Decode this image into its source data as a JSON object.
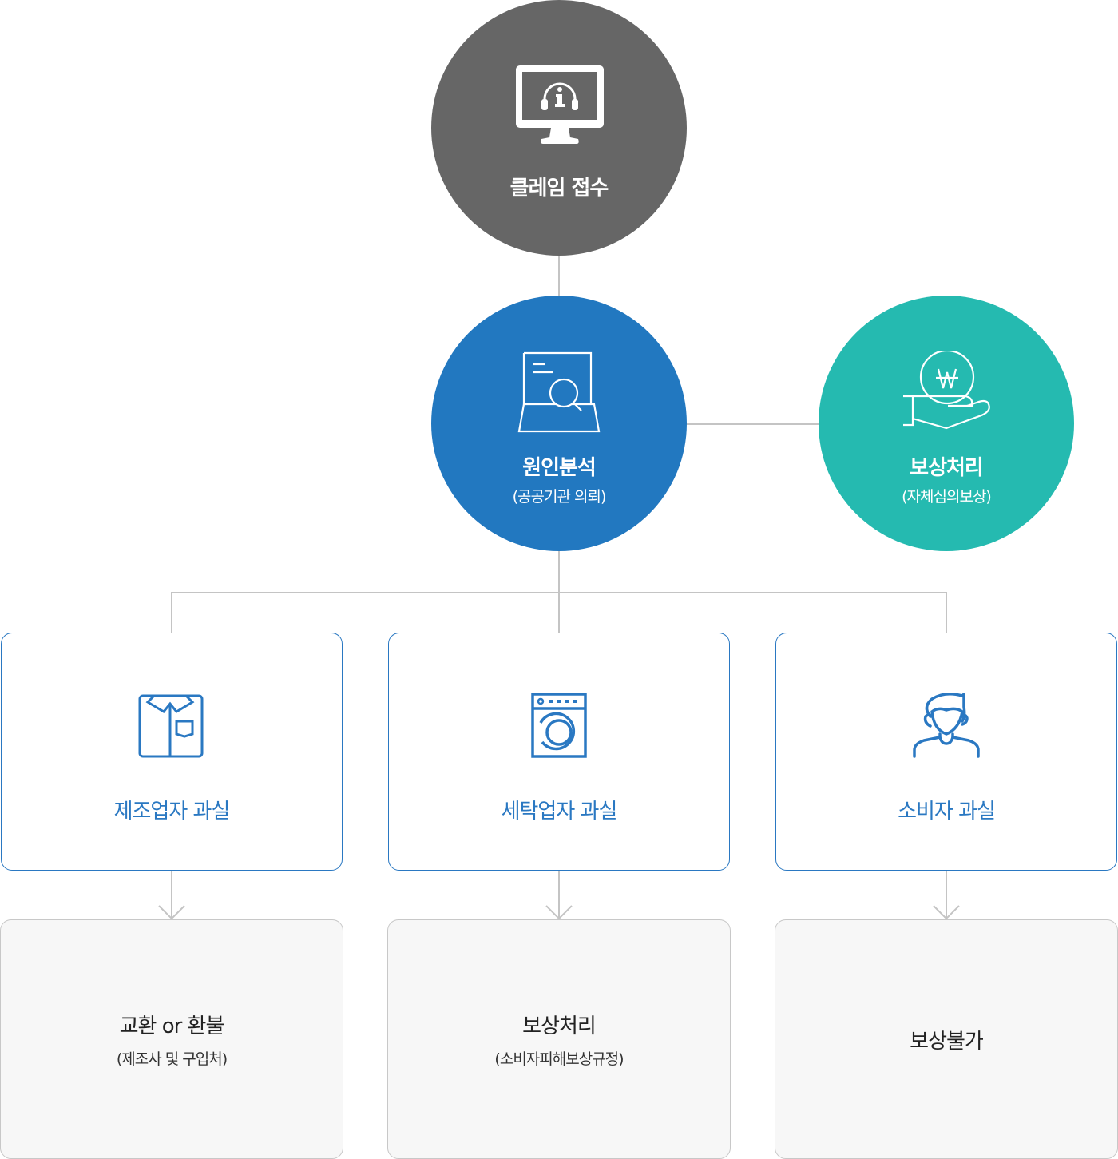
{
  "colors": {
    "receipt": "#666666",
    "analysis": "#2278c0",
    "compensation": "#25bab0",
    "card_border": "#2a78c2",
    "card_text": "#2a78c2",
    "connector": "#c4c4c4",
    "result_bg": "#f7f7f7"
  },
  "nodes": {
    "receipt": {
      "title": "클레임 접수",
      "icon": "monitor-headset-info-icon"
    },
    "analysis": {
      "title": "원인분석",
      "subtitle": "(공공기관 의뢰)",
      "icon": "document-search-icon"
    },
    "compensation": {
      "title": "보상처리",
      "subtitle": "(자체심의보상)",
      "icon": "hand-won-coin-icon"
    }
  },
  "faults": [
    {
      "label": "제조업자 과실",
      "icon": "shirt-icon"
    },
    {
      "label": "세탁업자 과실",
      "icon": "washing-machine-icon"
    },
    {
      "label": "소비자 과실",
      "icon": "person-icon"
    }
  ],
  "results": [
    {
      "title": "교환 or 환불",
      "subtitle": "(제조사 및 구입처)"
    },
    {
      "title": "보상처리",
      "subtitle": "(소비자피해보상규정)"
    },
    {
      "title": "보상불가",
      "subtitle": ""
    }
  ]
}
